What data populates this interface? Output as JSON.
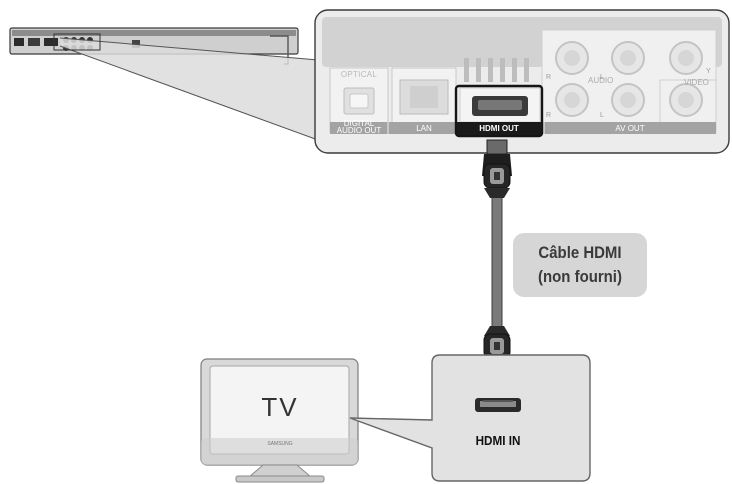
{
  "player_panel": {
    "optical_label": "OPTICAL",
    "digital_audio_out": [
      "DIGITAL",
      "AUDIO OUT"
    ],
    "lan_label": "LAN",
    "hdmi_out_label": "HDMI OUT",
    "av_out_label": "AV OUT",
    "audio_label": "AUDIO",
    "video_label": "VIDEO",
    "jack_marks": {
      "r_top": "R",
      "l_top": "L",
      "r_bottom": "R",
      "l_bottom": "L",
      "y": "Y"
    }
  },
  "cable": {
    "label_line1": "Câble HDMI",
    "label_line2": "(non fourni)"
  },
  "tv": {
    "screen_label": "TV",
    "brand": "SAMSUNG",
    "input_label": "HDMI IN"
  },
  "colors": {
    "panel_fill": "#e4e4e4",
    "panel_border": "#444444",
    "label_strip": "#9e9e9e",
    "hdmi_highlight": "#1a1a1a",
    "callout_fill": "#d6d6d6",
    "cable": "#7a7a7a"
  }
}
